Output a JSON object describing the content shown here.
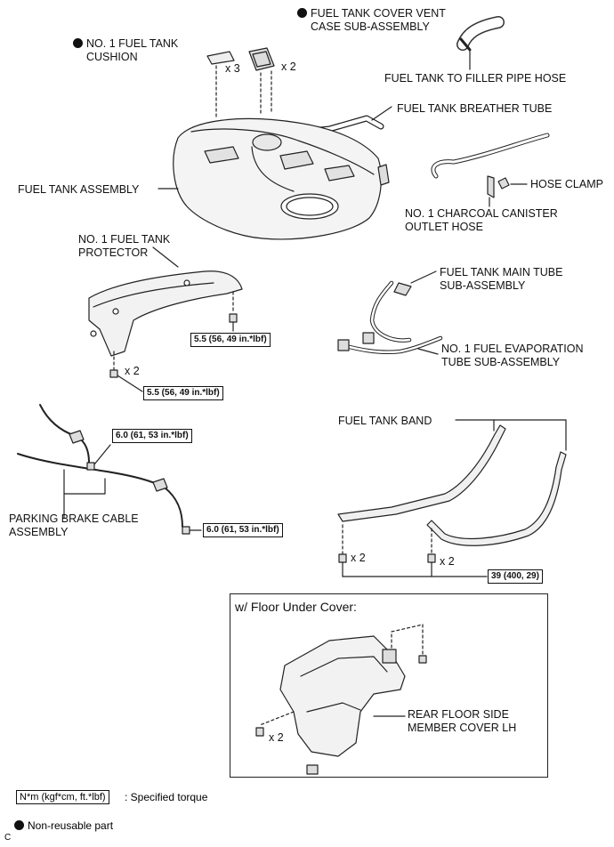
{
  "labels": {
    "cushion": [
      "NO. 1 FUEL TANK",
      "CUSHION"
    ],
    "vent_case": [
      "FUEL TANK COVER VENT",
      "CASE SUB-ASSEMBLY"
    ],
    "filler_hose": "FUEL TANK TO FILLER PIPE HOSE",
    "breather_tube": "FUEL TANK BREATHER TUBE",
    "tank_assembly": "FUEL TANK ASSEMBLY",
    "hose_clamp": "HOSE CLAMP",
    "canister_hose": [
      "NO. 1 CHARCOAL CANISTER",
      "OUTLET HOSE"
    ],
    "protector": [
      "NO. 1 FUEL TANK",
      "PROTECTOR"
    ],
    "main_tube": [
      "FUEL TANK MAIN TUBE",
      "SUB-ASSEMBLY"
    ],
    "evap_tube": [
      "NO. 1 FUEL EVAPORATION",
      "TUBE SUB-ASSEMBLY"
    ],
    "tank_band": "FUEL TANK BAND",
    "parking_brake": [
      "PARKING BRAKE CABLE",
      "ASSEMBLY"
    ],
    "floor_cover": [
      "REAR FLOOR SIDE",
      "MEMBER COVER LH"
    ]
  },
  "quantities": {
    "cushion_qty": "x 3",
    "vent_qty": "x 2",
    "protector_bolt_qty": "x 2",
    "band_bolt_left_qty": "x 2",
    "band_bolt_right_qty": "x 2",
    "floor_bolt_qty": "x 2"
  },
  "torques": {
    "protector_nut": "5.5 (56, 49 in.*lbf)",
    "protector_bolt": "5.5 (56, 49 in.*lbf)",
    "cable_bolt_1": "6.0 (61, 53 in.*lbf)",
    "cable_bolt_2": "6.0 (61, 53 in.*lbf)",
    "band_bolts": "39 (400, 29)"
  },
  "inset": {
    "title": "w/ Floor Under Cover:"
  },
  "legend": {
    "torque_unit": "N*m (kgf*cm, ft.*lbf)",
    "torque_text": ": Specified torque",
    "nonreusable": "Non-reusable part"
  },
  "corner_mark": "C"
}
